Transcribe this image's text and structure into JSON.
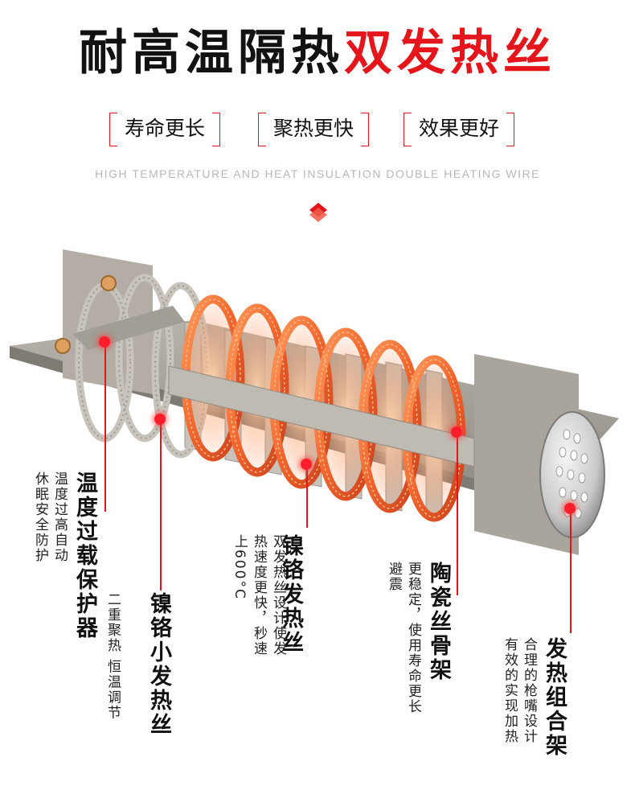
{
  "title": {
    "black": "耐高温隔热",
    "red": "双发热丝"
  },
  "tags": [
    "寿命更长",
    "聚热更快",
    "效果更好"
  ],
  "subtitle": "HIGH TEMPERATURE AND HEAT INSULATION DOUBLE HEATING WIRE",
  "features": [
    {
      "label": "温度过载保护器",
      "desc": "温度过高自动休眠安全防护"
    },
    {
      "label": "镍铬小发热丝",
      "desc": "二重聚热 恒温调节"
    },
    {
      "label": "镍铬发热丝",
      "desc": "双发热丝设计使发热速度更快，秒速上600°C"
    },
    {
      "label": "陶瓷丝骨架",
      "desc": "更稳定，使用寿命更长避震"
    },
    {
      "label": "发热组合架",
      "desc": "合理的枪嘴设计有效的实现加热"
    }
  ],
  "colors": {
    "accent": "#e4161b",
    "text": "#121212",
    "ceramic": "#a9a49c",
    "coil": "#f0743c"
  }
}
